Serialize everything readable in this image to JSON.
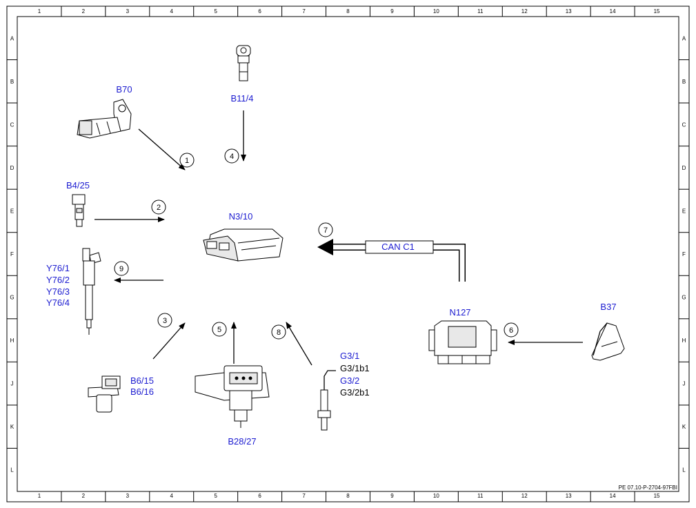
{
  "grid": {
    "columns": [
      "1",
      "2",
      "3",
      "4",
      "5",
      "6",
      "7",
      "8",
      "9",
      "10",
      "11",
      "12",
      "13",
      "14",
      "15"
    ],
    "rows": [
      "A",
      "B",
      "C",
      "D",
      "E",
      "F",
      "G",
      "H",
      "J",
      "K",
      "L"
    ]
  },
  "components": {
    "b70": "B70",
    "b11_4": "B11/4",
    "b4_25": "B4/25",
    "n3_10": "N3/10",
    "y76": [
      "Y76/1",
      "Y76/2",
      "Y76/3",
      "Y76/4"
    ],
    "b6": [
      "B6/15",
      "B6/16"
    ],
    "b28_27": "B28/27",
    "g3": [
      {
        "text": "G3/1",
        "color": "blue"
      },
      {
        "text": "G3/1b1",
        "color": "black"
      },
      {
        "text": "G3/2",
        "color": "blue"
      },
      {
        "text": "G3/2b1",
        "color": "black"
      }
    ],
    "n127": "N127",
    "b37": "B37"
  },
  "bus_label": "CAN C1",
  "callouts": [
    "1",
    "2",
    "3",
    "4",
    "5",
    "6",
    "7",
    "8",
    "9"
  ],
  "reference": "PE 07.10-P-2704-97FBI",
  "colors": {
    "label_blue": "#1a1ad0",
    "line": "#000000"
  }
}
